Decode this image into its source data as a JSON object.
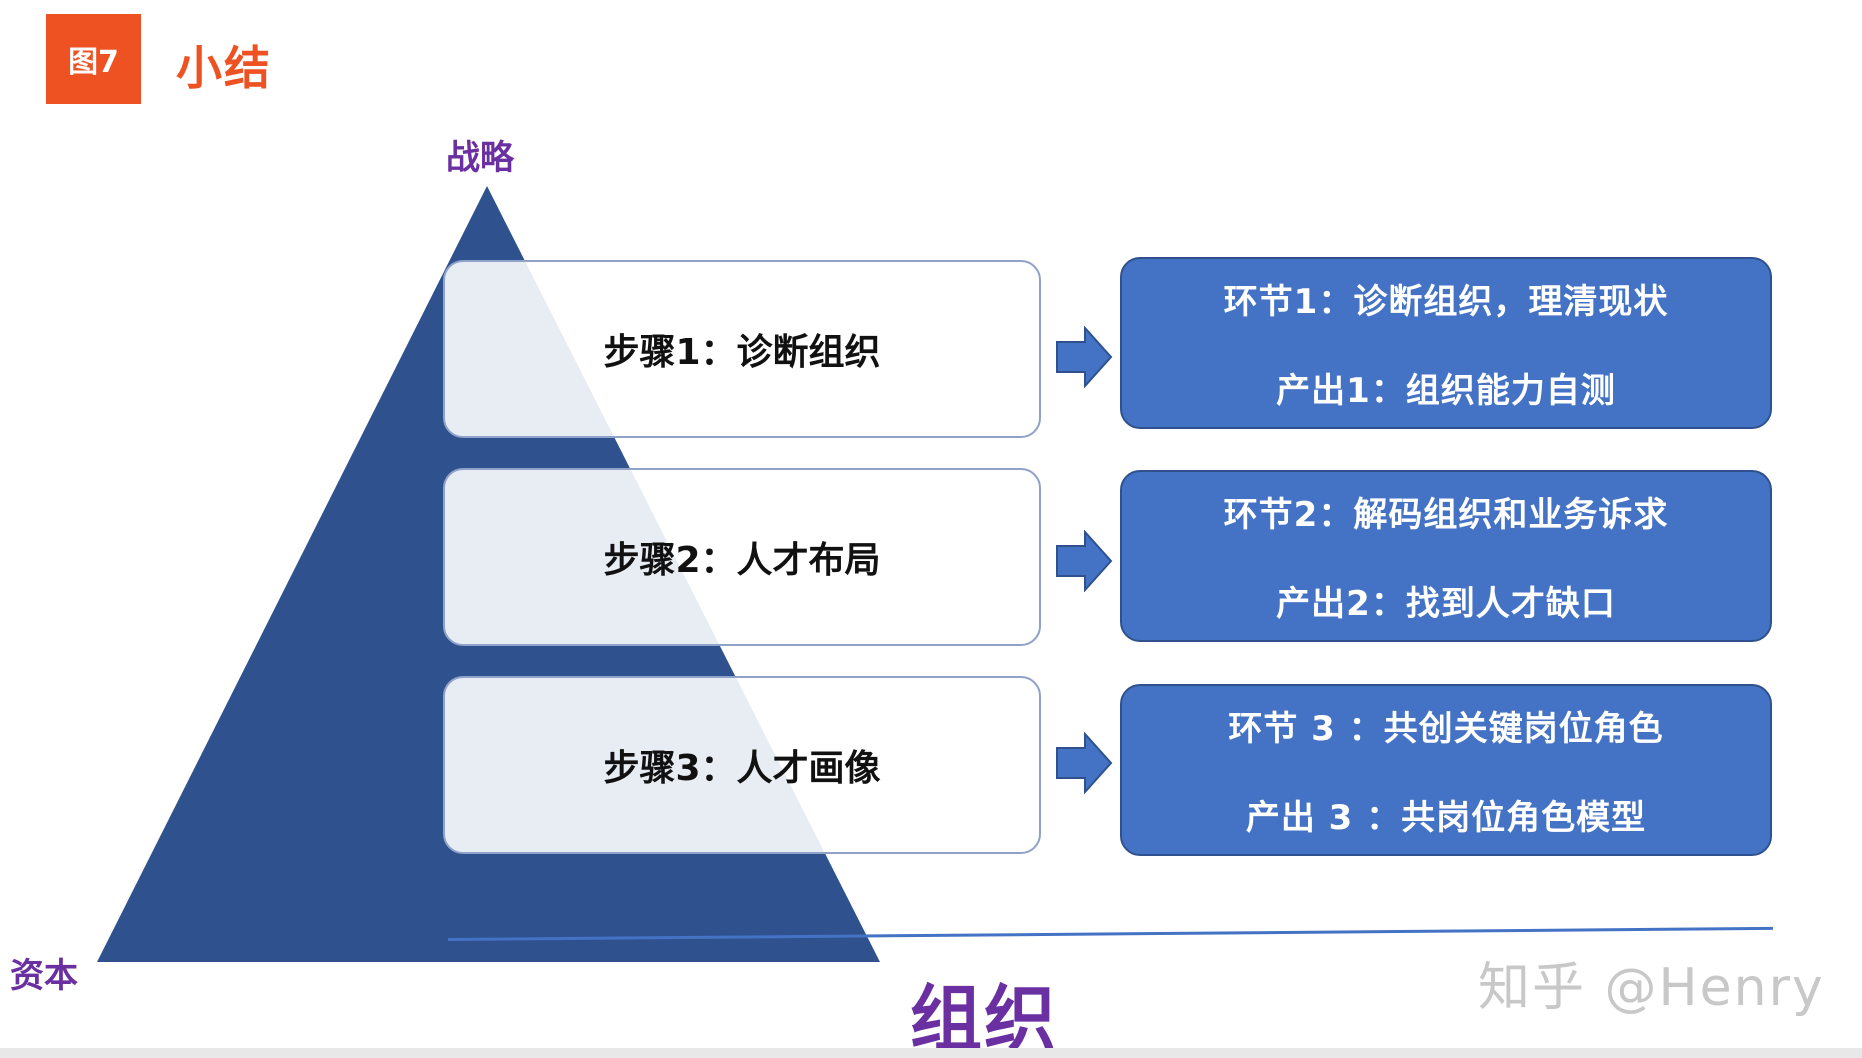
{
  "header": {
    "badge": "图7",
    "title": "小结"
  },
  "pyramid": {
    "top_label": "战略",
    "bottom_left_label": "资本",
    "bottom_label": "组织"
  },
  "steps": [
    {
      "label": "步骤1：诊断组织",
      "result_line1": "环节1：诊断组织，理清现状",
      "result_line2": "产出1：组织能力自测"
    },
    {
      "label": "步骤2：人才布局",
      "result_line1": "环节2：解码组织和业务诉求",
      "result_line2": "产出2：找到人才缺口"
    },
    {
      "label": "步骤3：人才画像",
      "result_line1": "环节 3 ：共创关键岗位角色",
      "result_line2": "产出 3 ：共岗位角色模型"
    }
  ],
  "watermark": "知乎 @Henry",
  "colors": {
    "accent": "#ee5223",
    "purple": "#6a2fa1",
    "pyramid": "#2f528f",
    "box_blue": "#4472c4"
  }
}
